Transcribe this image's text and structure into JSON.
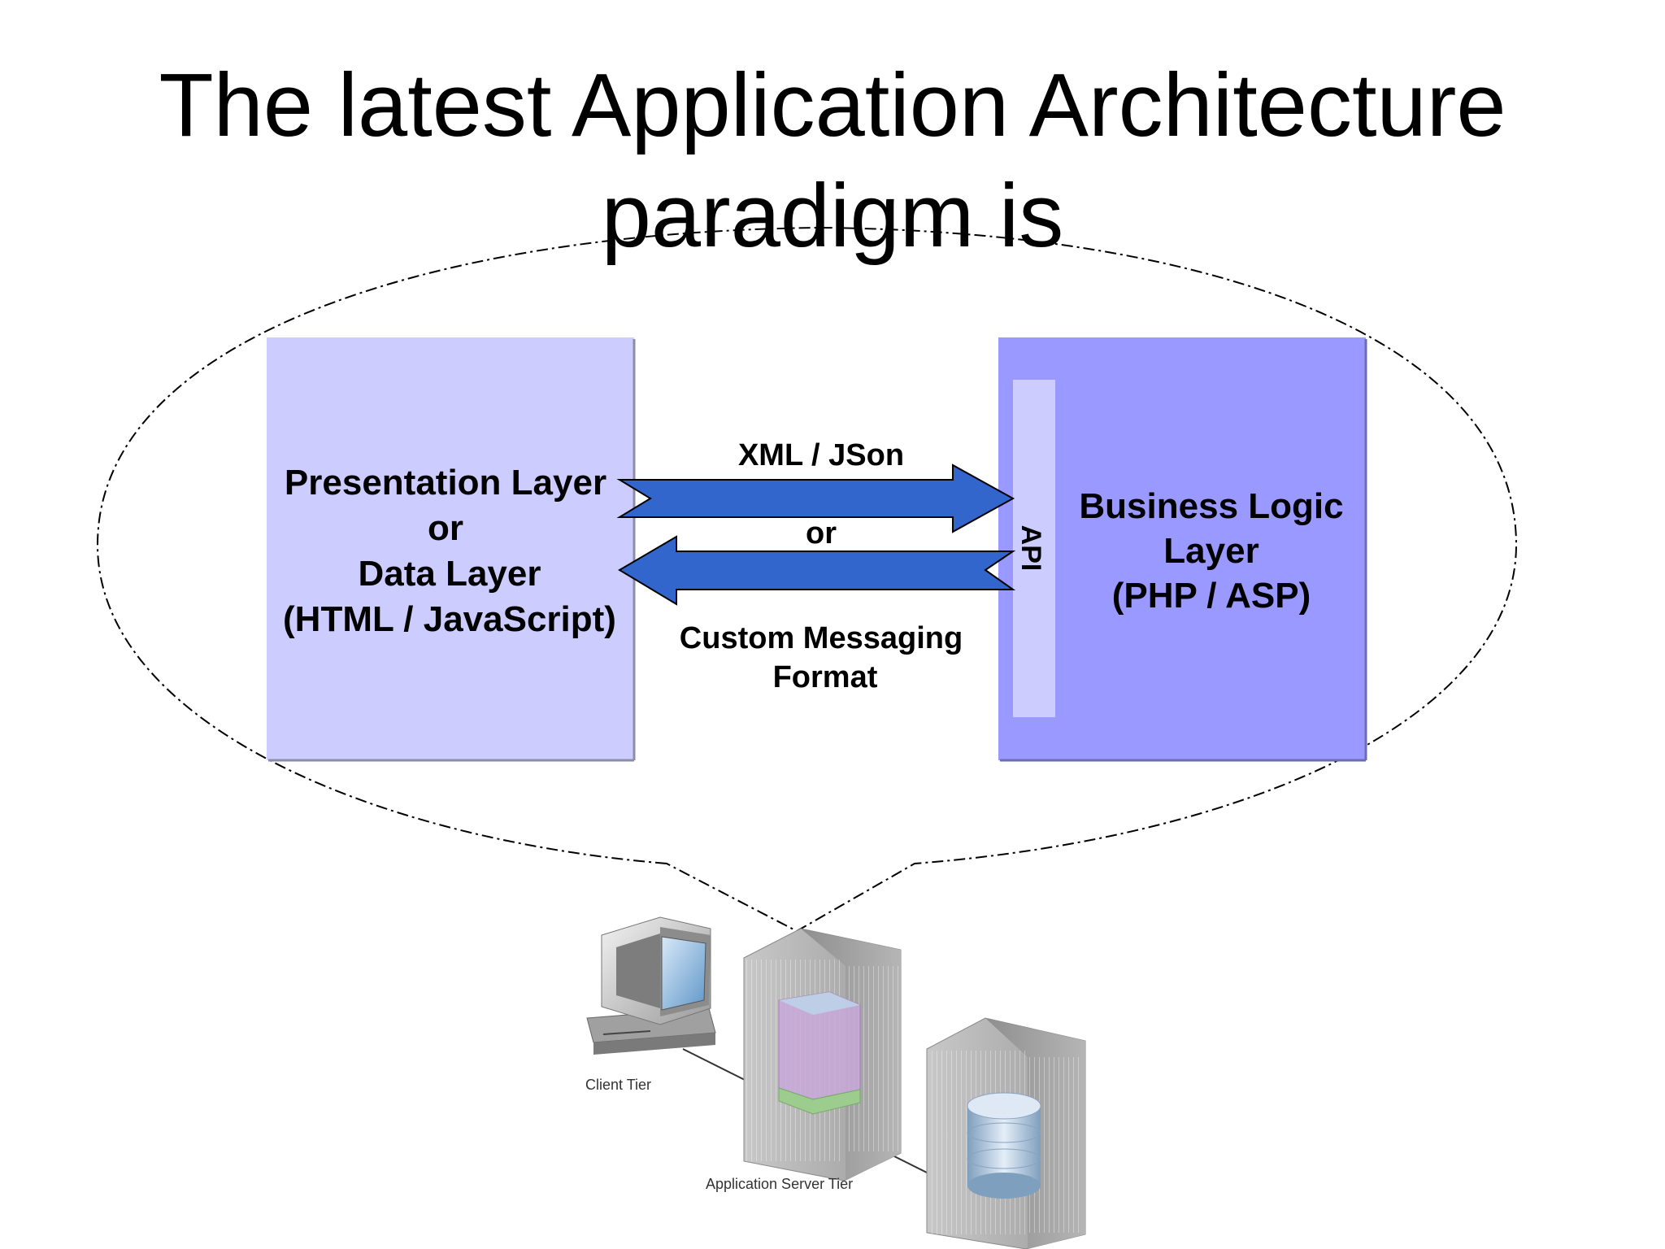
{
  "title": {
    "line1": "The latest Application Architecture",
    "line2": "paradigm is"
  },
  "presentation_box": {
    "line1": "Presentation Layer",
    "line2": "or",
    "line3": "Data Layer",
    "line4": "(HTML / JavaScript)",
    "color": "#ccccff"
  },
  "business_box": {
    "line1": "Business Logic",
    "line2": "Layer",
    "line3": "(PHP / ASP)",
    "color": "#9999ff"
  },
  "api_strip": {
    "label": "API",
    "color": "#ccccff"
  },
  "arrows": {
    "top_label": "XML / JSon",
    "middle_label": "or",
    "bottom_label_line1": "Custom Messaging",
    "bottom_label_line2": "Format",
    "color": "#3366cc"
  },
  "tiers": {
    "client": "Client Tier",
    "app_server": "Application Server Tier"
  },
  "icons": [
    "client-computer-icon",
    "application-server-icon",
    "database-server-icon"
  ]
}
